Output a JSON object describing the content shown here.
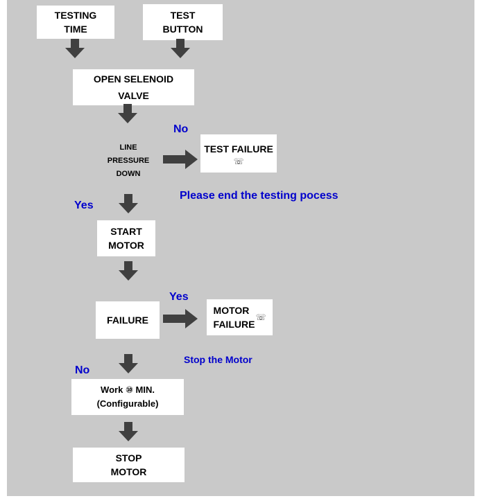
{
  "colors": {
    "background": "#c9c9c9",
    "box": "#ffffff",
    "arrow": "#404040",
    "accent_text": "#0000cc"
  },
  "nodes": {
    "testing_time": {
      "line1": "TESTING",
      "line2": "TIME"
    },
    "test_button": {
      "line1": "TEST",
      "line2": "BUTTON"
    },
    "open_valve": {
      "line1": "OPEN SELENOID",
      "line2": "VALVE"
    },
    "line_pressure": {
      "line1": "LINE",
      "line2": "PRESSURE",
      "line3": "DOWN"
    },
    "test_failure": {
      "label": "TEST FAILURE",
      "icon": "bell-icon"
    },
    "start_motor": {
      "line1": "START",
      "line2": "MOTOR"
    },
    "failure": {
      "label": "FAILURE"
    },
    "motor_failure": {
      "line1": "MOTOR",
      "line2": "FAILURE",
      "icon": "bell-icon"
    },
    "work": {
      "line1": "Work ⑩ MIN.",
      "line2": "(Configurable)"
    },
    "stop_motor": {
      "line1": "STOP",
      "line2": "MOTOR"
    }
  },
  "labels": {
    "no_pressure": "No",
    "yes_pressure": "Yes",
    "end_note": "Please end the testing pocess",
    "yes_failure": "Yes",
    "no_failure": "No",
    "stop_note": "Stop the Motor"
  }
}
